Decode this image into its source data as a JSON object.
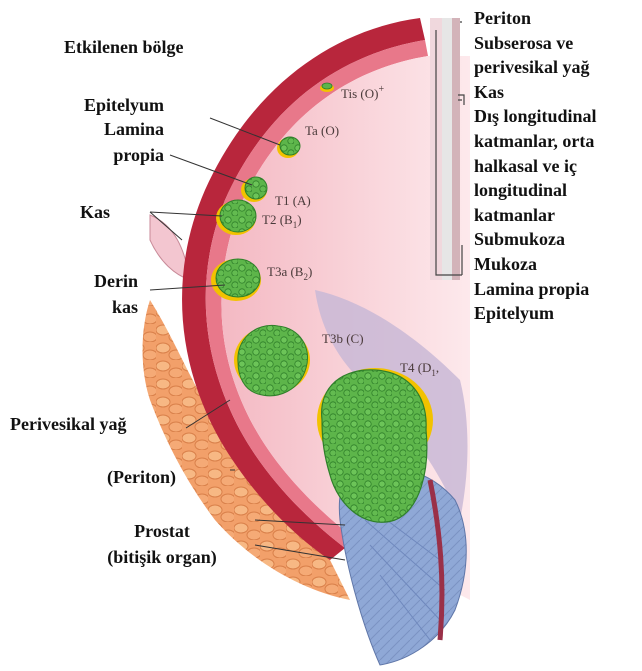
{
  "left_labels": {
    "affected_region": "Etkilenen bölge",
    "epithelium": "Epitelyum",
    "lamina_propria_1": "Lamina",
    "lamina_propria_2": "propia",
    "muscle": "Kas",
    "deep_muscle_1": "Derin",
    "deep_muscle_2": "kas",
    "perivesical_fat": "Perivesikal yağ",
    "peritoneum": "(Periton)",
    "prostate_1": "Prostat",
    "prostate_2": "(bitişik organ)"
  },
  "right_labels": [
    "Periton",
    "Subserosa ve",
    "perivesikal yağ",
    "Kas",
    "Dış longitudinal",
    "katmanlar, orta",
    "halkasal ve iç",
    "longitudinal",
    "katmanlar",
    "Submukoza",
    "Mukoza",
    "Lamina propia",
    "Epitelyum"
  ],
  "stages": {
    "tis": "Tis (O)",
    "tis_sup": "+",
    "ta": "Ta (O)",
    "t1": "T1 (A)",
    "t2": "T2 (B",
    "t2_sub": "1",
    "t3a": "T3a (B",
    "t3a_sub": "2",
    "t3b": "T3b (C)",
    "t4": "T4 (D",
    "t4_sub": "1"
  },
  "colors": {
    "tumor": "#5db54a",
    "tumor_outline": "#2f7f2a",
    "tumor_rim": "#f2c200",
    "mucosa": "#f6c4cc",
    "muscle": "#b8263c",
    "fat": "#f2a06a",
    "prostate": "#8fa8d6"
  }
}
